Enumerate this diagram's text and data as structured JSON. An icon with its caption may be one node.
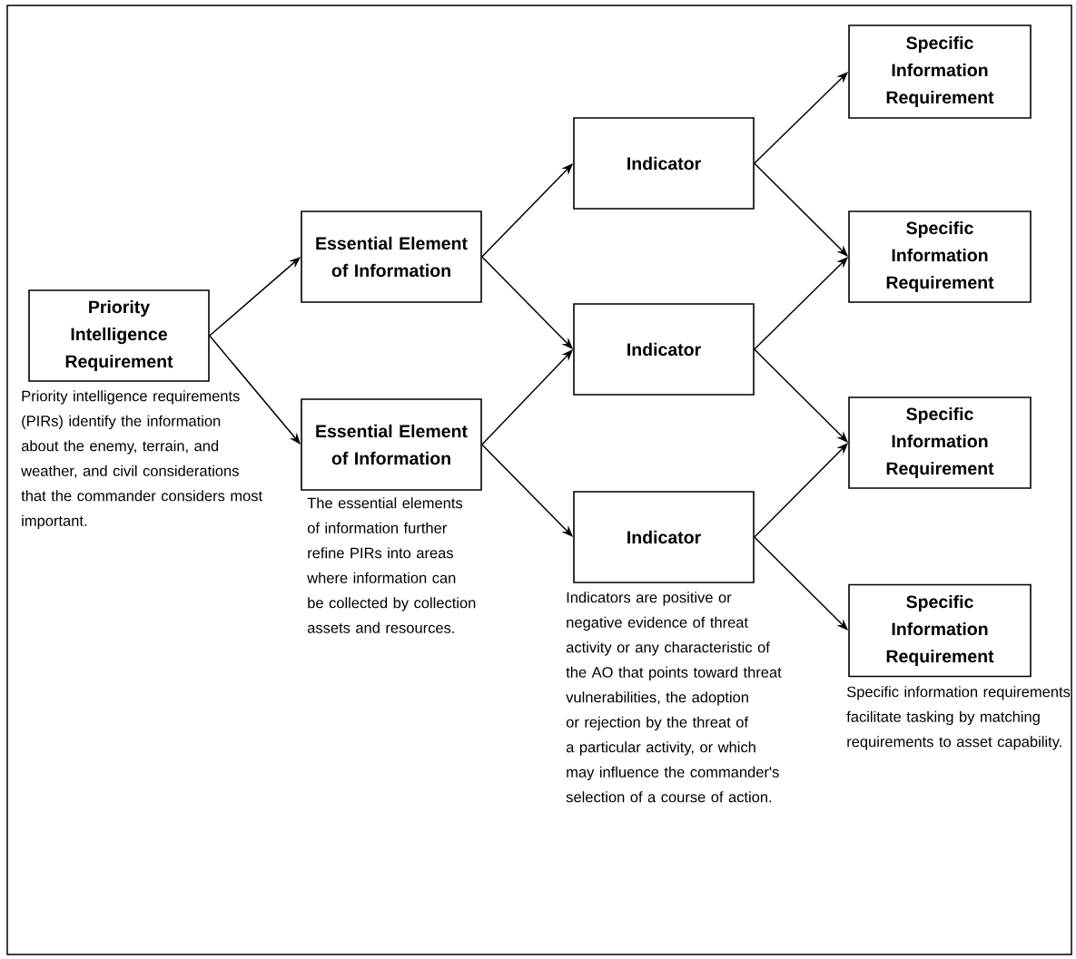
{
  "diagram": {
    "nodes": [
      {
        "text": [
          "Priority Intelligence Requirement"
        ],
        "beside": [
          "Priority intelligence requirements (PIRs) identify the information about the enemy, terrain, and weather, and civil considerations that the commander considers most important."
        ]
      },
      {
        "text": [
          "Essential Element of Information"
        ]
      },
      {
        "text": [
          "Essential Element of Information"
        ],
        "beside": [
          "The essential elements of information further refine PIRs into areas where information can be collected by collection assets and resources."
        ]
      },
      {
        "text": [
          "Indicator"
        ]
      },
      {
        "text": [
          "Indicator"
        ]
      },
      {
        "text": [
          "Indicator"
        ],
        "beside": [
          "Indicators are positive or negative evidence of threat activity or any characteristic of the AO that points toward threat vulnerabilities, the adoption or rejection by the threat of a particular activity, or which may influence the commander's selection of a course of action."
        ]
      },
      {
        "text": [
          "Specific Information Requirement"
        ]
      },
      {
        "text": [
          "Specific Information Requirement"
        ]
      },
      {
        "text": [
          "Specific Information Requirement"
        ]
      },
      {
        "text": [
          "Specific Information Requirement"
        ],
        "beside": [
          "Specific information requirements facilitate tasking by matching requirements to asset capability."
        ]
      }
    ],
    "edges": [
      {
        "from": 0,
        "to": 1,
        "arrow": "to"
      },
      {
        "from": 0,
        "to": 2,
        "arrow": "to"
      },
      {
        "from": 1,
        "to": 3,
        "arrow": "to"
      },
      {
        "from": 1,
        "to": 4,
        "arrow": "to"
      },
      {
        "from": 2,
        "to": 4,
        "arrow": "to"
      },
      {
        "from": 2,
        "to": 5,
        "arrow": "to"
      },
      {
        "from": 3,
        "to": 6,
        "arrow": "to"
      },
      {
        "from": 3,
        "to": 7,
        "arrow": "to"
      },
      {
        "from": 4,
        "to": 7,
        "arrow": "to"
      },
      {
        "from": 4,
        "to": 8,
        "arrow": "to"
      },
      {
        "from": 5,
        "to": 8,
        "arrow": "to"
      },
      {
        "from": 5,
        "to": 9,
        "arrow": "to"
      }
    ]
  }
}
